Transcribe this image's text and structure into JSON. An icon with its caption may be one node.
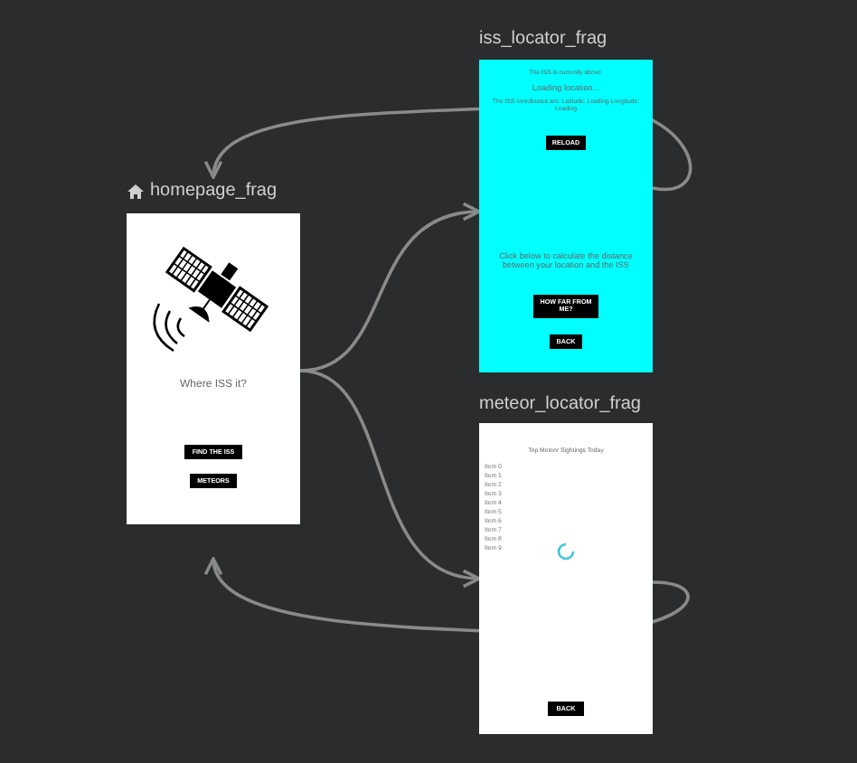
{
  "diagram": {
    "nodes": [
      {
        "text": [
          "homepage_frag",
          "Where ISS it?",
          "FIND THE ISS",
          "METEORS"
        ]
      },
      {
        "text": [
          "iss_locator_frag",
          "The ISS is currently above:",
          "Loading location...",
          "The ISS coordinates are: Latitude: Loading Longitude: Loading",
          "RELOAD",
          "Click below to calculate the distance between your location and the ISS",
          "HOW FAR FROM ME?",
          "BACK"
        ]
      },
      {
        "text": [
          "meteor_locator_frag",
          "Top Meteor Sightings Today",
          "Item 0",
          "Item 1",
          "Item 2",
          "Item 3",
          "Item 4",
          "Item 5",
          "Item 6",
          "Item 7",
          "Item 8",
          "Item 9",
          "BACK"
        ]
      }
    ],
    "edges": [
      {
        "from": 0,
        "to": 1,
        "arrow": "to"
      },
      {
        "from": 0,
        "to": 2,
        "arrow": "to"
      },
      {
        "from": 1,
        "to": 0,
        "arrow": "to"
      },
      {
        "from": 2,
        "to": 0,
        "arrow": "to"
      }
    ]
  }
}
